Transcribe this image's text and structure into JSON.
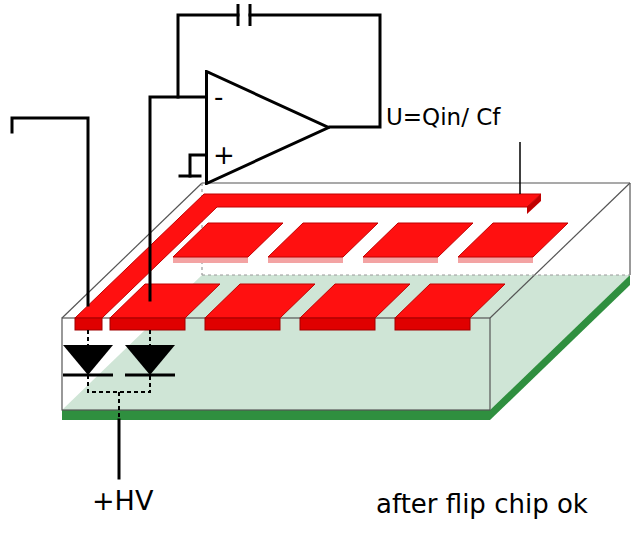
{
  "diagram": {
    "nodes": [
      {
        "text": [
          "-",
          "+"
        ]
      }
    ],
    "labels": [
      "U=Qin/ Cf",
      "+HV",
      "after flip chip ok"
    ]
  }
}
